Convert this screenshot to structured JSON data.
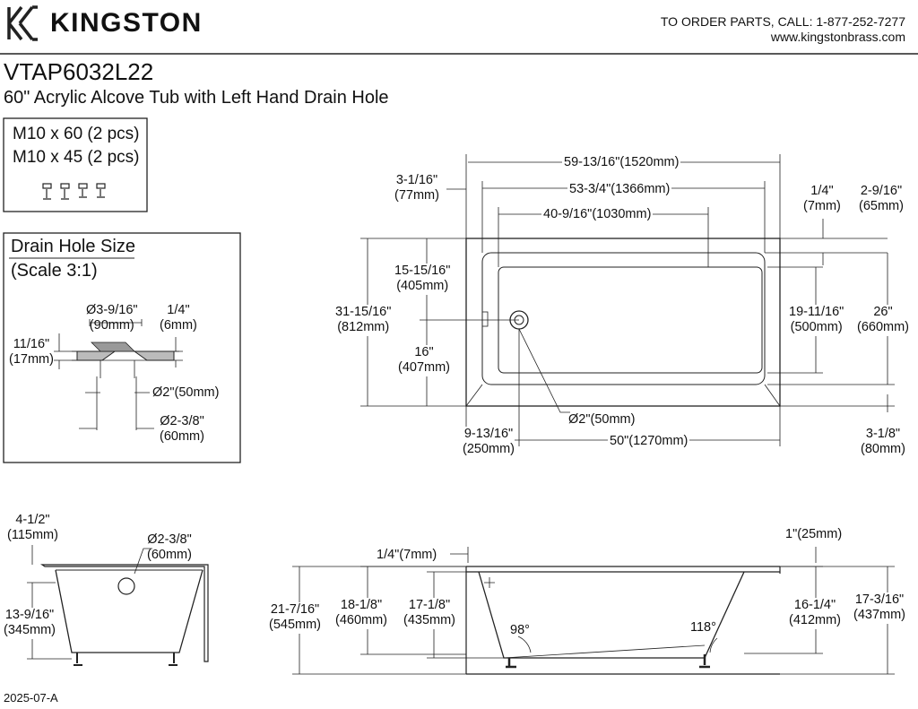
{
  "header": {
    "brand": "KINGSTON",
    "order_line": "TO ORDER PARTS, CALL: 1-877-252-7277",
    "website": "www.kingstonbrass.com"
  },
  "product": {
    "model": "VTAP6032L22",
    "description": "60\" Acrylic Alcove Tub with Left Hand Drain Hole"
  },
  "hardware": {
    "line1": "M10 x 60 (2 pcs)",
    "line2": "M10 x 45 (2 pcs)"
  },
  "drain_detail": {
    "title": "Drain Hole Size",
    "scale": "(Scale 3:1)",
    "dims": {
      "top_dia": [
        "Ø3-9/16\"",
        "(90mm)"
      ],
      "lip": [
        "1/4\"",
        "(6mm)"
      ],
      "thick": [
        "11/16\"",
        "(17mm)"
      ],
      "hole": "Ø2\"(50mm)",
      "outer": [
        "Ø2-3/8\"",
        "(60mm)"
      ]
    }
  },
  "plan_view": {
    "overall_length": "59-13/16\"(1520mm)",
    "inner_length": "53-3/4\"(1366mm)",
    "basin_length": "40-9/16\"(1030mm)",
    "left_offset": [
      "3-1/16\"",
      "(77mm)"
    ],
    "right_rim": [
      "1/4\"",
      "(7mm)"
    ],
    "right_offset": [
      "2-9/16\"",
      "(65mm)"
    ],
    "overall_width": [
      "31-15/16\"",
      "(812mm)"
    ],
    "drain_from_back": [
      "15-15/16\"",
      "(405mm)"
    ],
    "drain_from_front": [
      "16\"",
      "(407mm)"
    ],
    "basin_width": [
      "19-11/16\"",
      "(500mm)"
    ],
    "inner_width": [
      "26\"",
      "(660mm)"
    ],
    "drain_dia": "Ø2\"(50mm)",
    "drain_to_end": [
      "9-13/16\"",
      "(250mm)"
    ],
    "bottom_length": "50\"(1270mm)",
    "front_apron": [
      "3-1/8\"",
      "(80mm)"
    ]
  },
  "end_view": {
    "flange": [
      "4-1/2\"",
      "(115mm)"
    ],
    "overflow_dia": [
      "Ø2-3/8\"",
      "(60mm)"
    ],
    "overflow_height": [
      "13-9/16\"",
      "(345mm)"
    ]
  },
  "side_view": {
    "rim_thick": "1/4\"(7mm)",
    "right_thick": "1\"(25mm)",
    "total_height": [
      "21-7/16\"",
      "(545mm)"
    ],
    "h1": [
      "18-1/8\"",
      "(460mm)"
    ],
    "h2": [
      "17-1/8\"",
      "(435mm)"
    ],
    "angle_left": "98°",
    "angle_right": "118°",
    "h3": [
      "16-1/4\"",
      "(412mm)"
    ],
    "h4": [
      "17-3/16\"",
      "(437mm)"
    ]
  },
  "footer": {
    "revision": "2025-07-A"
  }
}
